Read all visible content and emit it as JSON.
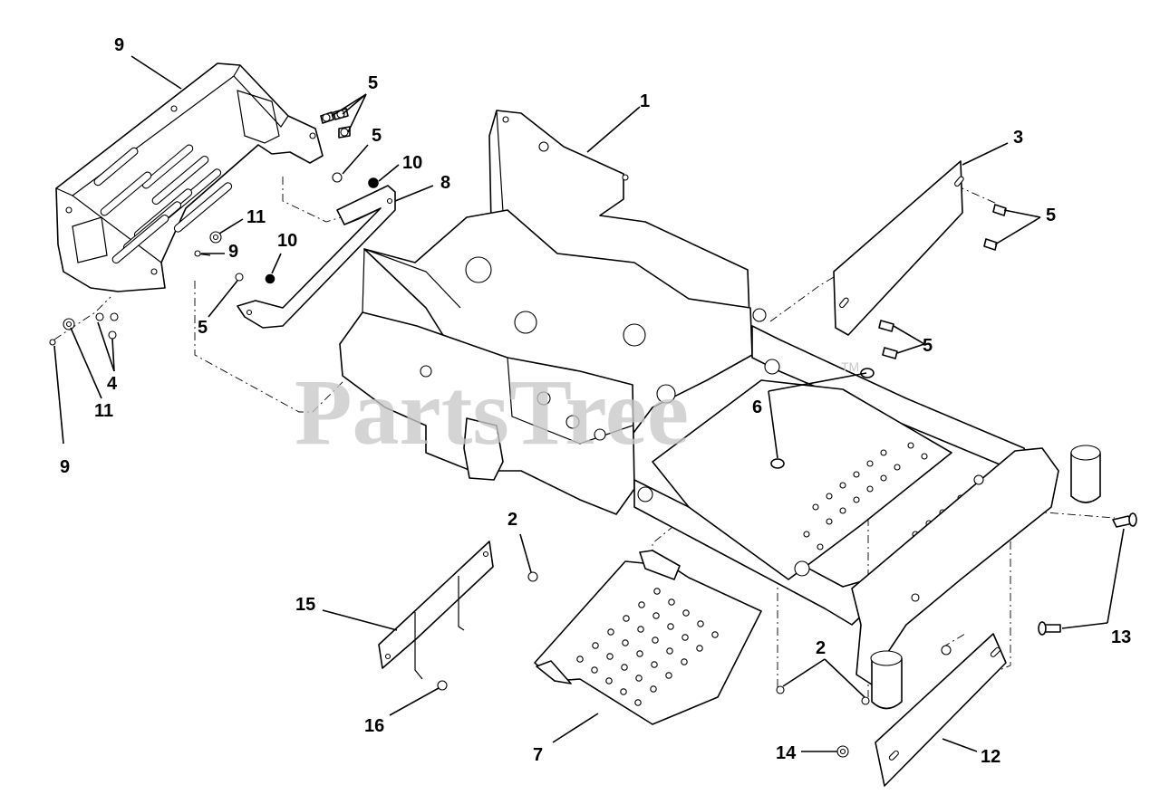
{
  "watermark": {
    "text": "PartsTree",
    "trademark": "TM"
  },
  "callouts": [
    "1",
    "2",
    "2",
    "3",
    "4",
    "5",
    "5",
    "5",
    "5",
    "5",
    "5",
    "6",
    "7",
    "8",
    "9",
    "9",
    "10",
    "10",
    "11",
    "11",
    "12",
    "13",
    "14",
    "15",
    "16"
  ]
}
